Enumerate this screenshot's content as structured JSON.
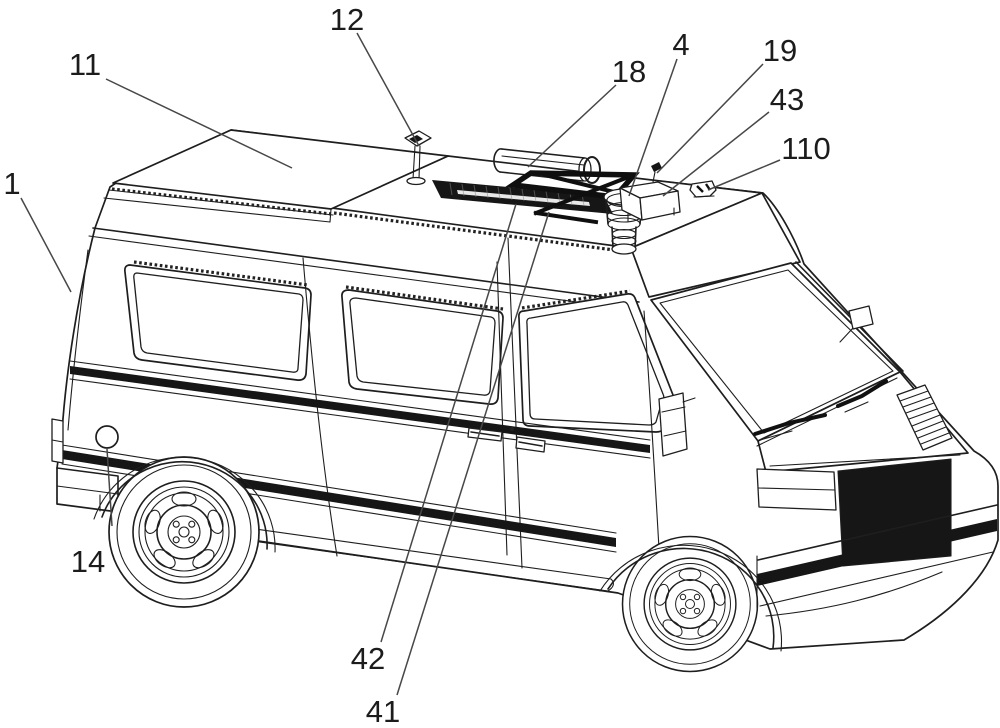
{
  "figure": {
    "type": "patent-line-drawing",
    "subject": "high-roof van with roof-mounted equipment",
    "colors": {
      "background": "#ffffff",
      "ink": "#1e1e1e",
      "dark_fill": "#161616",
      "leader": "#474747"
    },
    "labels": [
      {
        "ref": "1",
        "part": "van-body"
      },
      {
        "ref": "11",
        "part": "roof-pod"
      },
      {
        "ref": "12",
        "part": "roof-camera-mast"
      },
      {
        "ref": "14",
        "part": "fuel-filler-cap"
      },
      {
        "ref": "18",
        "part": "roof-tube"
      },
      {
        "ref": "4",
        "part": "roof-vent-cylinder"
      },
      {
        "ref": "19",
        "part": "roof-antenna"
      },
      {
        "ref": "43",
        "part": "roof-equipment-box"
      },
      {
        "ref": "110",
        "part": "roof-mounting-bracket"
      },
      {
        "ref": "42",
        "part": "rack-rail-upper"
      },
      {
        "ref": "41",
        "part": "rack-rail-lower"
      }
    ]
  }
}
